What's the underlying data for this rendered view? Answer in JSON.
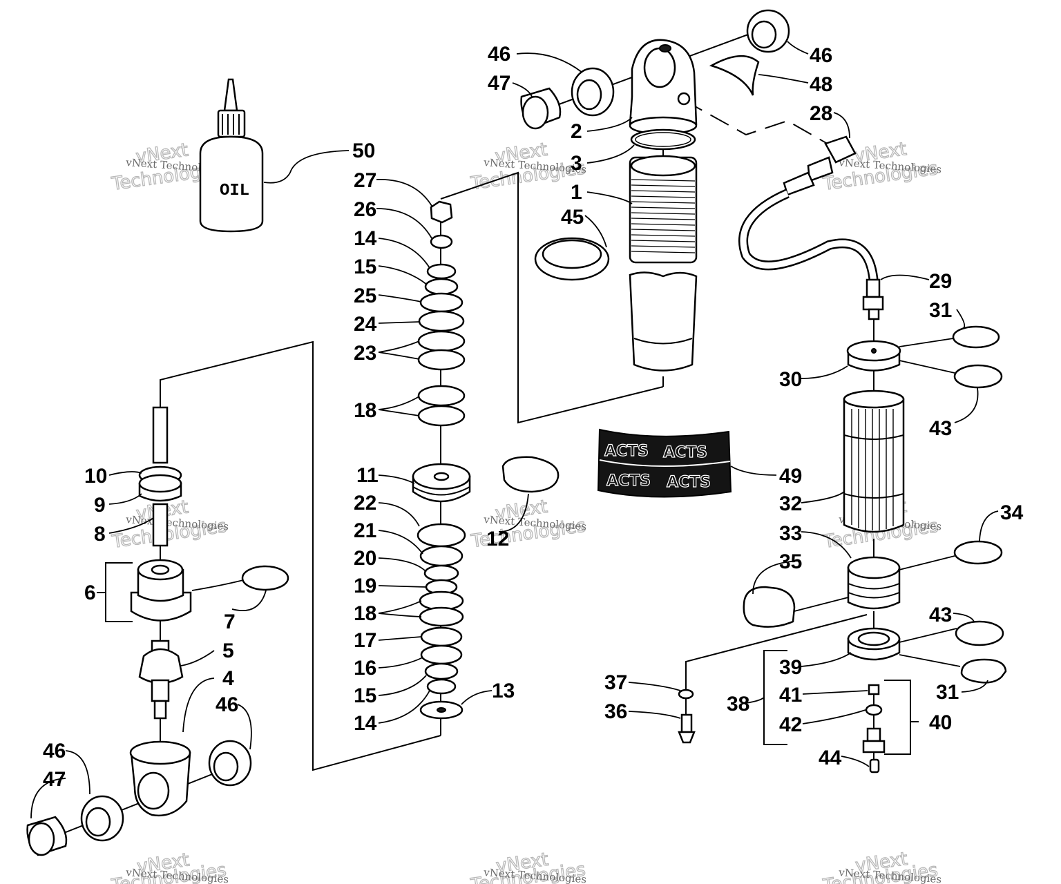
{
  "callouts": [
    {
      "id": "c46a",
      "text": "46"
    },
    {
      "id": "c47a",
      "text": "47"
    },
    {
      "id": "c46b",
      "text": "46"
    },
    {
      "id": "c48",
      "text": "48"
    },
    {
      "id": "c2",
      "text": "2"
    },
    {
      "id": "c3",
      "text": "3"
    },
    {
      "id": "c1",
      "text": "1"
    },
    {
      "id": "c45",
      "text": "45"
    },
    {
      "id": "c28",
      "text": "28"
    },
    {
      "id": "c50",
      "text": "50"
    },
    {
      "id": "c27",
      "text": "27"
    },
    {
      "id": "c26",
      "text": "26"
    },
    {
      "id": "c14a",
      "text": "14"
    },
    {
      "id": "c15a",
      "text": "15"
    },
    {
      "id": "c25",
      "text": "25"
    },
    {
      "id": "c24",
      "text": "24"
    },
    {
      "id": "c23",
      "text": "23"
    },
    {
      "id": "c18a",
      "text": "18"
    },
    {
      "id": "c11",
      "text": "11"
    },
    {
      "id": "c22",
      "text": "22"
    },
    {
      "id": "c21",
      "text": "21"
    },
    {
      "id": "c20",
      "text": "20"
    },
    {
      "id": "c19",
      "text": "19"
    },
    {
      "id": "c18b",
      "text": "18"
    },
    {
      "id": "c17",
      "text": "17"
    },
    {
      "id": "c16",
      "text": "16"
    },
    {
      "id": "c15b",
      "text": "15"
    },
    {
      "id": "c14b",
      "text": "14"
    },
    {
      "id": "c13",
      "text": "13"
    },
    {
      "id": "c12",
      "text": "12"
    },
    {
      "id": "c10",
      "text": "10"
    },
    {
      "id": "c9",
      "text": "9"
    },
    {
      "id": "c8",
      "text": "8"
    },
    {
      "id": "c6",
      "text": "6"
    },
    {
      "id": "c7",
      "text": "7"
    },
    {
      "id": "c5",
      "text": "5"
    },
    {
      "id": "c4",
      "text": "4"
    },
    {
      "id": "c46c",
      "text": "46"
    },
    {
      "id": "c46d",
      "text": "46"
    },
    {
      "id": "c47b",
      "text": "47"
    },
    {
      "id": "c29",
      "text": "29"
    },
    {
      "id": "c31a",
      "text": "31"
    },
    {
      "id": "c30",
      "text": "30"
    },
    {
      "id": "c43a",
      "text": "43"
    },
    {
      "id": "c49",
      "text": "49"
    },
    {
      "id": "c32",
      "text": "32"
    },
    {
      "id": "c33",
      "text": "33"
    },
    {
      "id": "c34",
      "text": "34"
    },
    {
      "id": "c35",
      "text": "35"
    },
    {
      "id": "c43b",
      "text": "43"
    },
    {
      "id": "c39",
      "text": "39"
    },
    {
      "id": "c31b",
      "text": "31"
    },
    {
      "id": "c37",
      "text": "37"
    },
    {
      "id": "c36",
      "text": "36"
    },
    {
      "id": "c38",
      "text": "38"
    },
    {
      "id": "c41",
      "text": "41"
    },
    {
      "id": "c42",
      "text": "42"
    },
    {
      "id": "c40",
      "text": "40"
    },
    {
      "id": "c44",
      "text": "44"
    }
  ],
  "bottle_label": "OIL",
  "watermark": {
    "company": "vNext Technologies",
    "brand_line1": "vNext",
    "brand_line2": "Technologies"
  },
  "decal": {
    "logo": "ACTS"
  },
  "colors": {
    "ink": "#000000",
    "watermark": "#9a9a9a",
    "background": "#ffffff"
  }
}
